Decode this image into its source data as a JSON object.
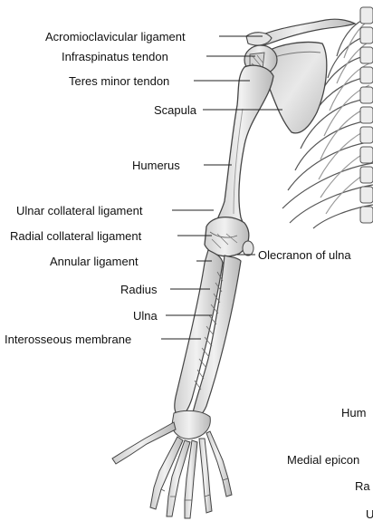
{
  "labels": {
    "acromioclavicular": "Acromioclavicular ligament",
    "infraspinatus": "Infraspinatus tendon",
    "teres_minor": "Teres minor tendon",
    "scapula": "Scapula",
    "humerus": "Humerus",
    "ulnar_collateral": "Ulnar collateral ligament",
    "radial_collateral": "Radial collateral ligament",
    "annular": "Annular ligament",
    "olecranon": "Olecranon of ulna",
    "radius": "Radius",
    "ulna": "Ulna",
    "interosseous": "Interosseous membrane",
    "partial_hum": "Hum",
    "partial_medial": "Medial epicon",
    "partial_ra": "Ra",
    "partial_u": "U"
  },
  "colors": {
    "bone_fill": "#e6e6e6",
    "bone_shade": "#b9b9b9",
    "outline": "#444444",
    "leader": "#222222",
    "background": "#ffffff"
  }
}
